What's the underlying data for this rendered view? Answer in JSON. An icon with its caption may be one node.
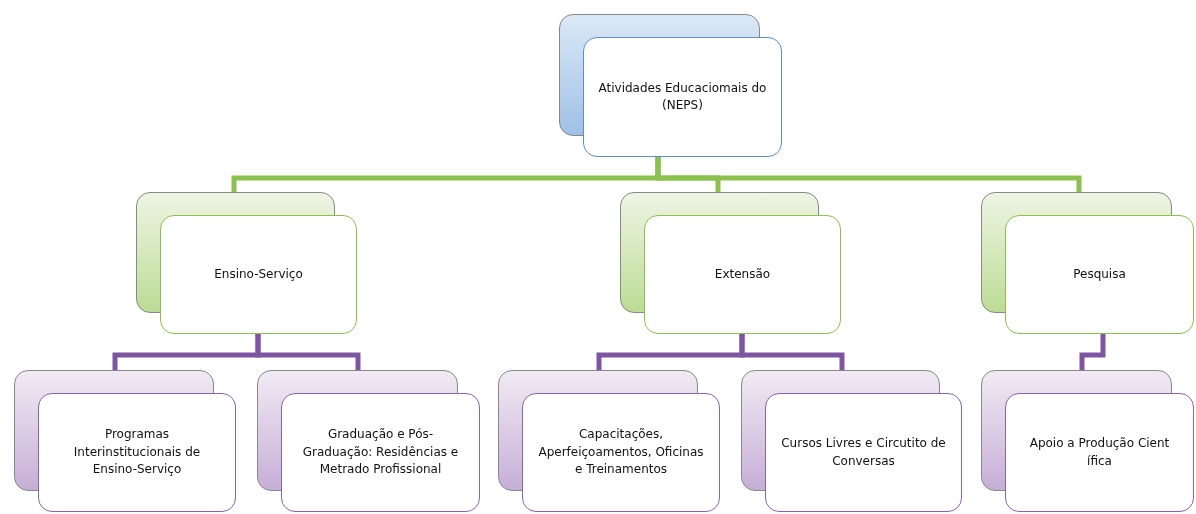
{
  "diagram": {
    "nodes": [
      {
        "text": [
          "Atividades Educaciomais do (NEPS)"
        ]
      },
      {
        "text": [
          "Ensino-Serviço"
        ]
      },
      {
        "text": [
          "Extensão"
        ]
      },
      {
        "text": [
          "Pesquisa"
        ]
      },
      {
        "text": [
          "Programas Interinstitucionais de Ensino-Serviço"
        ]
      },
      {
        "text": [
          "Graduação e Pós-Graduação: Residências e Metrado Profissional"
        ]
      },
      {
        "text": [
          "Capacitações, Aperfeiçoamentos, Oficinas e Treinamentos"
        ]
      },
      {
        "text": [
          "Cursos Livres e Circutito de Conversas"
        ]
      },
      {
        "text": [
          "Apoio a Produção Cient ífica"
        ]
      }
    ],
    "edges": [
      {
        "from": 0,
        "to": 1,
        "arrow": "none",
        "color": "#8cc04f"
      },
      {
        "from": 0,
        "to": 2,
        "arrow": "none",
        "color": "#8cc04f"
      },
      {
        "from": 0,
        "to": 3,
        "arrow": "none",
        "color": "#8cc04f"
      },
      {
        "from": 1,
        "to": 4,
        "arrow": "none"
      },
      {
        "from": 1,
        "to": 5,
        "arrow": "none"
      },
      {
        "from": 2,
        "to": 6,
        "arrow": "none"
      },
      {
        "from": 2,
        "to": 7,
        "arrow": "none"
      },
      {
        "from": 3,
        "to": 8,
        "arrow": "none"
      }
    ]
  }
}
